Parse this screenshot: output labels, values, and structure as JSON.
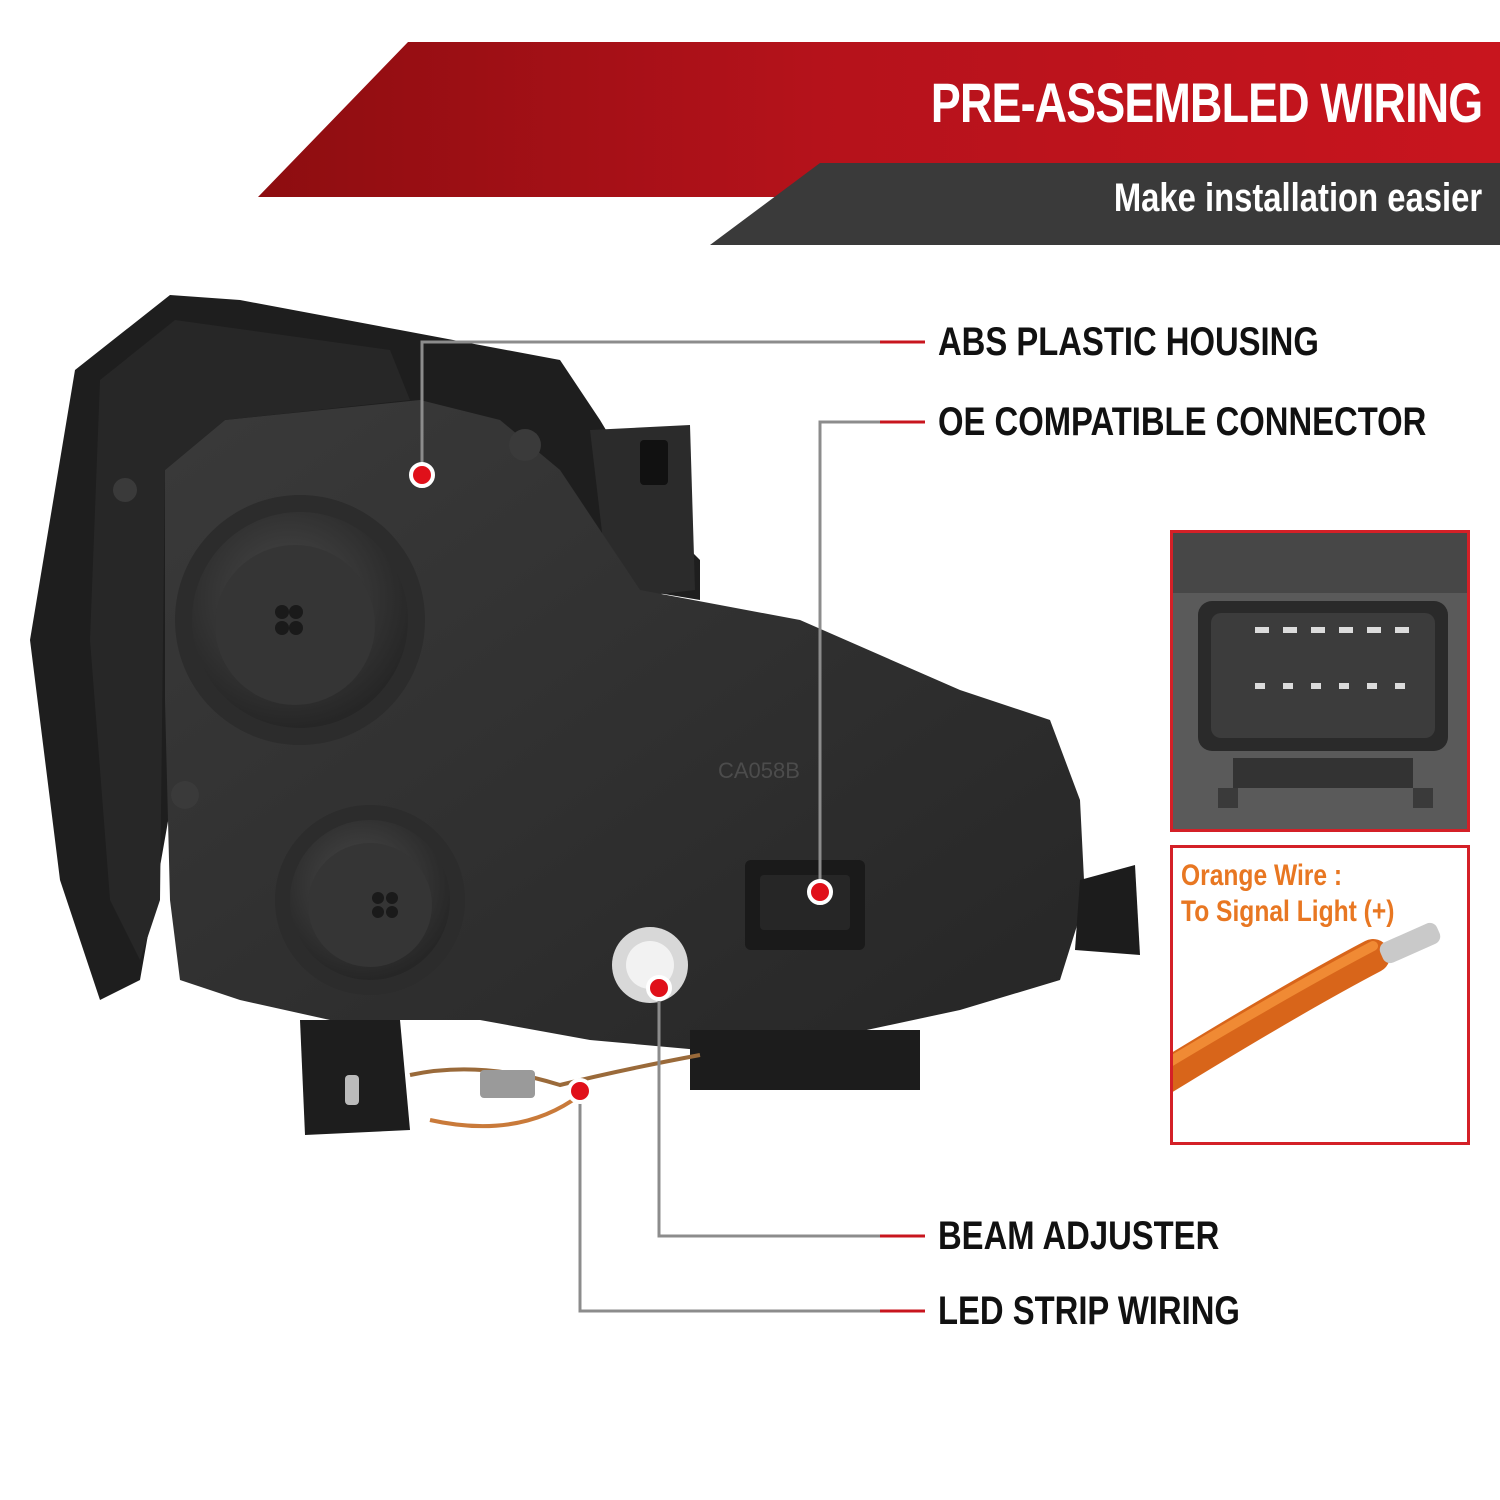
{
  "banner": {
    "title": "PRE-ASSEMBLED WIRING",
    "subtitle": "Make installation easier"
  },
  "callouts": [
    {
      "label": "ABS PLASTIC HOUSING"
    },
    {
      "label": "OE COMPATIBLE CONNECTOR"
    },
    {
      "label": "BEAM ADJUSTER"
    },
    {
      "label": "LED STRIP WIRING"
    }
  ],
  "housing_markings": {
    "part_code": "CA058B"
  },
  "wire_inset": {
    "note_line1": "Orange Wire :",
    "note_line2": "To Signal Light (+)"
  },
  "colors": {
    "brand_red": "#c8151e",
    "dark_banner": "#3a3a3a",
    "wire_orange": "#e87722",
    "marker_red": "#e0101a"
  }
}
